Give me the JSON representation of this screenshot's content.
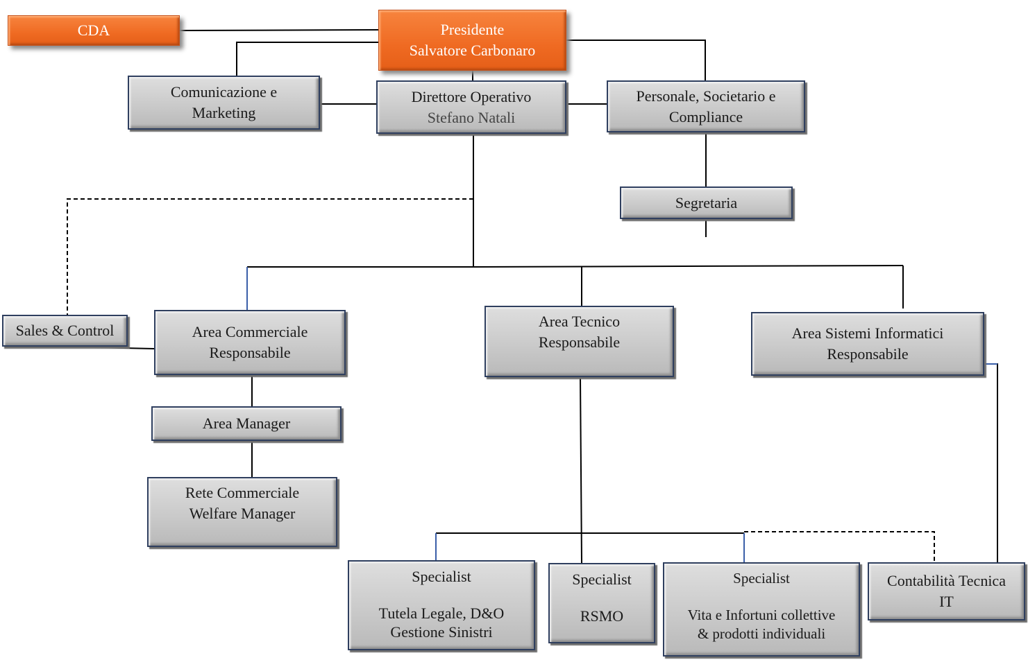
{
  "nodes": {
    "cda": {
      "lines": [
        "CDA"
      ]
    },
    "presidente": {
      "lines": [
        "Presidente",
        "Salvatore Carbonaro"
      ]
    },
    "comunicazione": {
      "lines": [
        "Comunicazione e",
        "Marketing"
      ]
    },
    "direttore": {
      "title": "Direttore Operativo",
      "name": "Stefano Natali"
    },
    "personale": {
      "lines": [
        "Personale, Societario e",
        "Compliance"
      ]
    },
    "segretaria": {
      "lines": [
        "Segretaria"
      ]
    },
    "sales": {
      "lines": [
        "Sales & Control"
      ]
    },
    "commerciale": {
      "lines": [
        "Area Commerciale",
        "Responsabile"
      ]
    },
    "tecnico": {
      "lines": [
        "Area Tecnico",
        "Responsabile"
      ]
    },
    "sistemi": {
      "lines": [
        "Area Sistemi Informatici",
        "Responsabile"
      ]
    },
    "area_manager": {
      "lines": [
        "Area Manager"
      ]
    },
    "rete": {
      "lines": [
        "Rete Commerciale",
        "Welfare Manager"
      ]
    },
    "specialist_tutela": {
      "title": "Specialist",
      "lines": [
        "Tutela Legale, D&O",
        "Gestione Sinistri"
      ]
    },
    "specialist_rsmo": {
      "title": "Specialist",
      "lines": [
        "RSMO"
      ]
    },
    "specialist_vita": {
      "title": "Specialist",
      "lines": [
        "Vita e Infortuni  collettive",
        "& prodotti individuali"
      ]
    },
    "contabilita": {
      "lines": [
        "Contabilità Tecnica",
        "IT"
      ]
    }
  },
  "colors": {
    "orange": "#ef6a22",
    "box_gray": "#cacaca",
    "box_border": "#2f3f5f",
    "connector": "#000000",
    "connector_blue": "#3a5ea8"
  }
}
